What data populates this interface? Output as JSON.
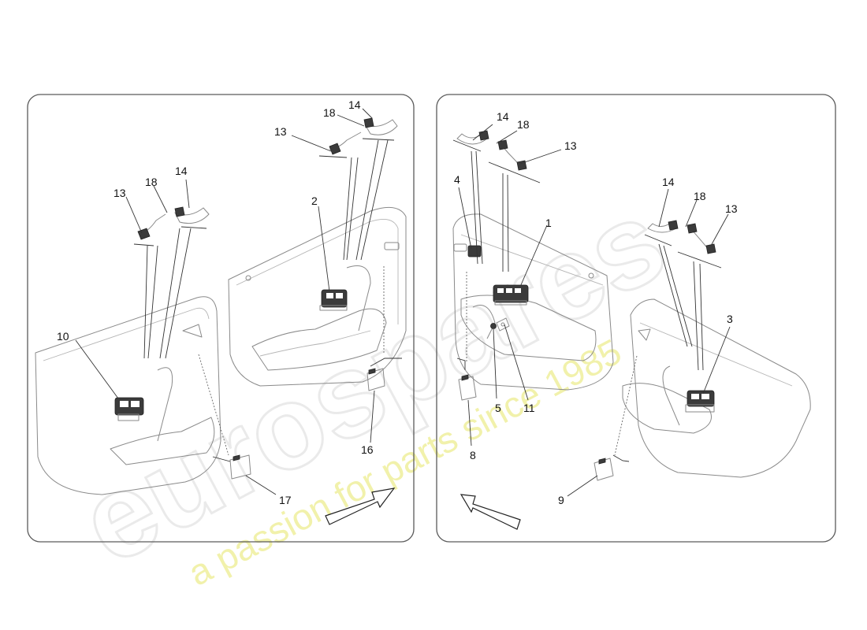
{
  "watermark": {
    "logo_text": "eurospares",
    "tagline": "a passion for parts since 1985"
  },
  "callouts": {
    "left_panel": {
      "p2": "2",
      "p10": "10",
      "p13a": "13",
      "p13b": "13",
      "p14a": "14",
      "p14b": "14",
      "p16": "16",
      "p17": "17",
      "p18a": "18",
      "p18b": "18"
    },
    "right_panel": {
      "p1": "1",
      "p3": "3",
      "p4": "4",
      "p5": "5",
      "p8": "8",
      "p9": "9",
      "p11": "11",
      "p13a": "13",
      "p13b": "13",
      "p14a": "14",
      "p14b": "14",
      "p18a": "18",
      "p18b": "18"
    }
  }
}
